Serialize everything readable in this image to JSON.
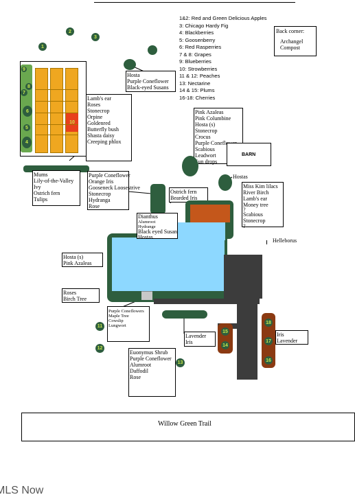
{
  "legend": {
    "items": [
      "1&2: Red and Green Delicious Apples",
      "3: Chicago Hardy Fig",
      "4: Blackberries",
      "5: Goosenberry",
      "6: Red Rasperries",
      "7 & 8: Grapes",
      "9: Blueberries",
      "10: Strowberries",
      "11 & 12: Peaches",
      "13: Nectarine",
      "14 & 15: Plums",
      "16-18: Cherries"
    ]
  },
  "back_corner": {
    "title": "Back corner:",
    "lines": [
      "Archangel",
      "Compost"
    ]
  },
  "barn": "BARN",
  "trail": "Willow Green Trail",
  "hostas_label": "Hostas",
  "helleborus": "Helleborus",
  "footer_text": "MLS Now",
  "plant_boxes": {
    "hosta_top": [
      "Hosta",
      "Purple Coneflower",
      "Black-eyed Susans"
    ],
    "lambs_ear": [
      "Lamb's ear",
      "Roses",
      "Stonecrop",
      "Orpine",
      "Goldenred",
      "Butterfly bush",
      "Shasta daisy",
      "Creeping phlox"
    ],
    "azaleas": [
      "Pink Azaleas",
      "Pink Columbine",
      "Hosta (s)",
      "Stonecrop",
      "Crocus",
      "Purple Coneflower",
      "Scabious",
      "Leadwort",
      "Sun drops"
    ],
    "mums": [
      "Mums",
      "Lily-of-the-Valley",
      "Ivy",
      "Ostrich fern",
      "Tulips"
    ],
    "purple_orange": [
      "Purple Coneflower",
      "Orange Iris",
      "Gooseneck Loosestrive",
      "Stonecrop",
      "Hydranga",
      "Rose"
    ],
    "ostrich": [
      "Ostrich fern",
      "Bearded Iris"
    ],
    "lilacs": [
      "Miss Kim lilacs",
      "River Birch",
      "Lamb's ear",
      "Money tree",
      "?",
      "Scabious",
      "Stonecrop",
      "?"
    ],
    "dianthus": [
      "Dianthus",
      "Alumroot",
      "Hydrange",
      "Black eyed Susan",
      "Hostas"
    ],
    "hosta_pink": [
      "Hosta (s)",
      "Pink Azaleas"
    ],
    "roses_birch": [
      "Roses",
      "Birch Tree"
    ],
    "maple": [
      "Purple Coneflowers",
      "Maple Tree",
      "Cowslip",
      "Lungwort"
    ],
    "lavender_iris": [
      "Lavender",
      "Iris"
    ],
    "iris_lavender": [
      "Iris",
      "Lavender"
    ],
    "euonymus": [
      "Euonymus Shrub",
      "Purple Coneflower",
      "Alumroot",
      "Daffodil",
      "Rose"
    ]
  },
  "markers": {
    "m1": "1",
    "m2": "2",
    "m3": "3",
    "m4": "4",
    "m5": "5",
    "m6": "6",
    "m7": "7",
    "m8": "8",
    "m9": "9",
    "m10": "10",
    "m11": "11",
    "m12": "12",
    "m13": "13",
    "m14": "14",
    "m15": "15",
    "m16": "16",
    "m17": "17",
    "m18": "18"
  },
  "colors": {
    "shrub": "#2e5e3e",
    "marker_text": "#c9e84a",
    "garden_bed": "#efa720",
    "strawberry": "#e8401c",
    "pool": "#8dd8ff",
    "patio": "#3c3c3c",
    "mulch": "#c4571b",
    "cherry_bed": "#8b3a12"
  }
}
